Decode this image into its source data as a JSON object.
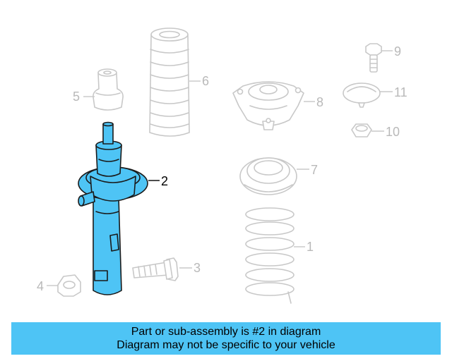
{
  "diagram": {
    "highlight_color": "#4ec4f5",
    "highlighted_part": "2",
    "callouts": [
      {
        "id": "1",
        "label": "1"
      },
      {
        "id": "2",
        "label": "2"
      },
      {
        "id": "3",
        "label": "3"
      },
      {
        "id": "4",
        "label": "4"
      },
      {
        "id": "5",
        "label": "5"
      },
      {
        "id": "6",
        "label": "6"
      },
      {
        "id": "7",
        "label": "7"
      },
      {
        "id": "8",
        "label": "8"
      },
      {
        "id": "9",
        "label": "9"
      },
      {
        "id": "10",
        "label": "10"
      },
      {
        "id": "11",
        "label": "11"
      }
    ]
  },
  "banner": {
    "line1": "Part or sub-assembly is #2 in diagram",
    "line2": "Diagram may not be specific to your vehicle",
    "color": "#4ec4f5"
  }
}
